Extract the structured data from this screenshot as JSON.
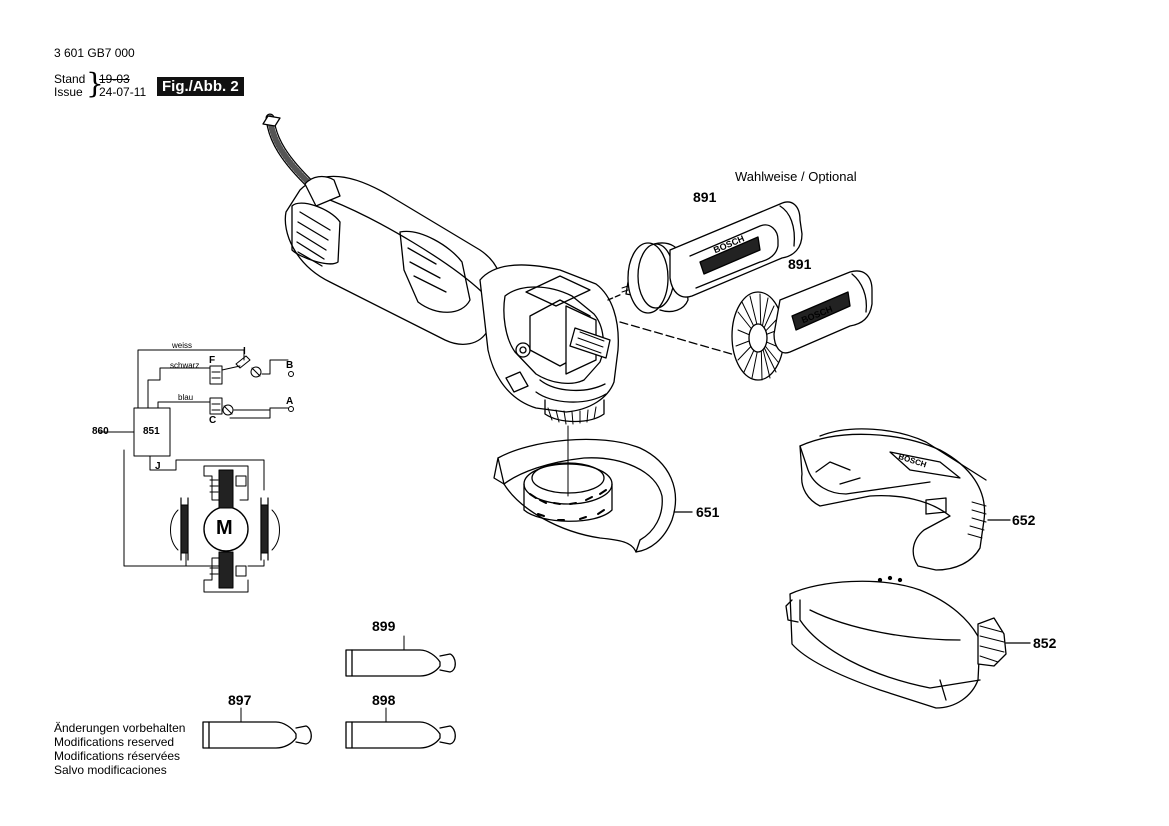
{
  "header": {
    "doc_number": "3 601 GB7 000",
    "stand_label": "Stand",
    "issue_label": "Issue",
    "stand_value": "19-03",
    "issue_value": "24-07-11",
    "figure_badge": "Fig./Abb. 2"
  },
  "optional_note": "Wahlweise / Optional",
  "part_labels": {
    "handle_a": "891",
    "handle_b": "891",
    "guard_651": "651",
    "guard_652": "652",
    "guard_852": "852",
    "tube_899": "899",
    "tube_897": "897",
    "tube_898": "898",
    "wiring_860": "860",
    "wiring_851": "851"
  },
  "wiring": {
    "wire_weiss": "weiss",
    "wire_schwarz": "schwarz",
    "wire_blau": "blau",
    "term_I": "I",
    "term_F": "F",
    "term_B": "B",
    "term_A": "A",
    "term_C": "C",
    "term_J": "J",
    "motor": "M"
  },
  "brand_text": "BOSCH",
  "modifications": {
    "de": "Änderungen vorbehalten",
    "en": "Modifications reserved",
    "fr": "Modifications réservées",
    "es": "Salvo modificaciones"
  }
}
